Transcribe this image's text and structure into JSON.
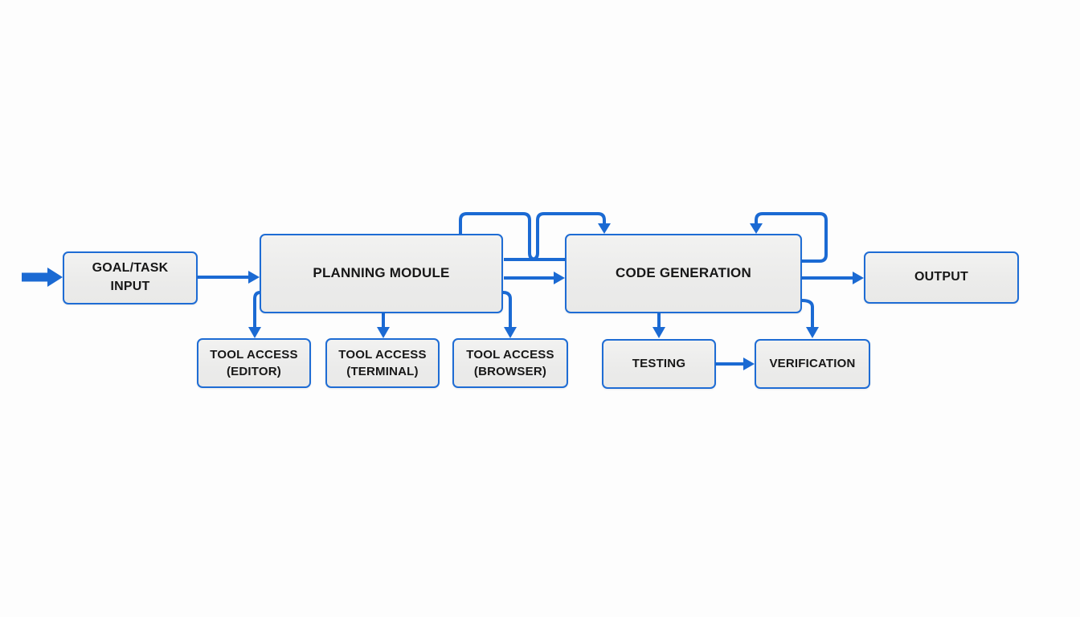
{
  "diagram": {
    "type": "flowchart",
    "colors": {
      "line": "#1b6ad3",
      "box_border": "#1e6cd4",
      "box_fill": "#ededec",
      "text": "#171717",
      "background": "#fdfdfd"
    },
    "nodes": {
      "goal_task_input": {
        "label": "GOAL/TASK\nINPUT"
      },
      "planning_module": {
        "label": "PLANNING MODULE"
      },
      "code_generation": {
        "label": "CODE GENERATION"
      },
      "output": {
        "label": "OUTPUT"
      },
      "tool_access_editor": {
        "label": "TOOL ACCESS\n(EDITOR)"
      },
      "tool_access_terminal": {
        "label": "TOOL ACCESS\n(TERMINAL)"
      },
      "tool_access_browser": {
        "label": "TOOL ACCESS\n(BROWSER)"
      },
      "testing": {
        "label": "TESTING"
      },
      "verification": {
        "label": "VERIFICATION"
      }
    },
    "edges": [
      {
        "from": "start",
        "to": "goal_task_input",
        "style": "bold-arrow"
      },
      {
        "from": "goal_task_input",
        "to": "planning_module",
        "style": "arrow"
      },
      {
        "from": "planning_module",
        "to": "code_generation",
        "style": "arrow"
      },
      {
        "from": "planning_module",
        "to": "code_generation",
        "style": "top-feedback-loop-arrow"
      },
      {
        "from": "code_generation",
        "to": "code_generation",
        "style": "self-loop-arrow"
      },
      {
        "from": "planning_module",
        "to": "tool_access_editor",
        "style": "arrow-down"
      },
      {
        "from": "planning_module",
        "to": "tool_access_terminal",
        "style": "arrow-down"
      },
      {
        "from": "planning_module",
        "to": "tool_access_browser",
        "style": "arrow-down"
      },
      {
        "from": "code_generation",
        "to": "testing",
        "style": "arrow-down"
      },
      {
        "from": "code_generation",
        "to": "verification",
        "style": "arrow-down"
      },
      {
        "from": "testing",
        "to": "verification",
        "style": "arrow"
      },
      {
        "from": "code_generation",
        "to": "output",
        "style": "arrow"
      }
    ]
  }
}
